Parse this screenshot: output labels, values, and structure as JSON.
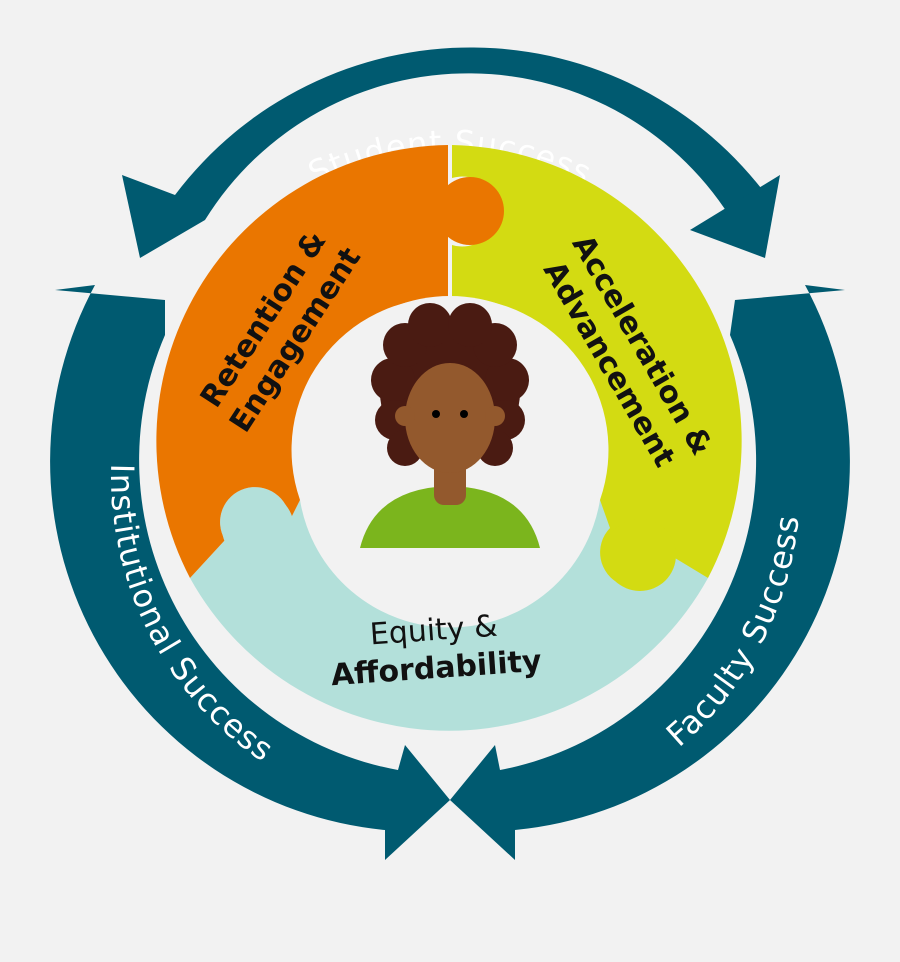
{
  "outer_ring": {
    "top_label": "Student Success",
    "left_label": "Institutional Success",
    "right_label": "Faculty Success",
    "color": "#005a70"
  },
  "pieces": {
    "retention": {
      "line1": "Retention &",
      "line2": "Engagement",
      "color": "#ea7600"
    },
    "acceleration": {
      "line1": "Acceleration &",
      "line2": "Advancement",
      "color": "#d3db12"
    },
    "equity": {
      "line1": "Equity &",
      "line2": "Affordability",
      "color": "#b3e0da"
    }
  },
  "center": {
    "icon": "student-person-icon",
    "hair_color": "#4a1b12",
    "skin_color": "#93592d",
    "shirt_color": "#7bb51d"
  }
}
